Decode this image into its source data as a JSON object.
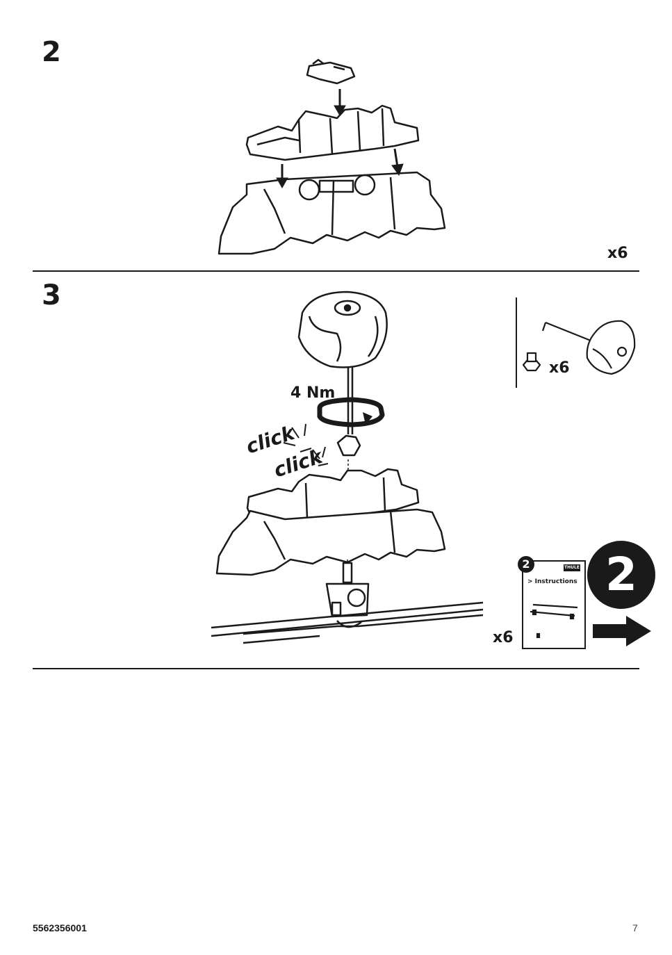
{
  "steps": [
    {
      "number": "2",
      "quantity": "x6"
    },
    {
      "number": "3",
      "torque": "4 Nm",
      "sound": [
        "click",
        "click"
      ],
      "parts_quantity": "x6",
      "quantity": "x6"
    }
  ],
  "next_reference": {
    "booklet_step": "2",
    "booklet_title": "> Instructions",
    "booklet_brand": "THULE",
    "goto_step": "2"
  },
  "footer": {
    "part_number": "5562356001",
    "page_number": "7"
  },
  "icons": [
    "down-arrow-icon",
    "rotate-arrow-icon",
    "right-arrow-icon",
    "nut-icon",
    "hex-key-icon"
  ],
  "colors": {
    "ink": "#1a1a1a",
    "paper": "#ffffff"
  }
}
